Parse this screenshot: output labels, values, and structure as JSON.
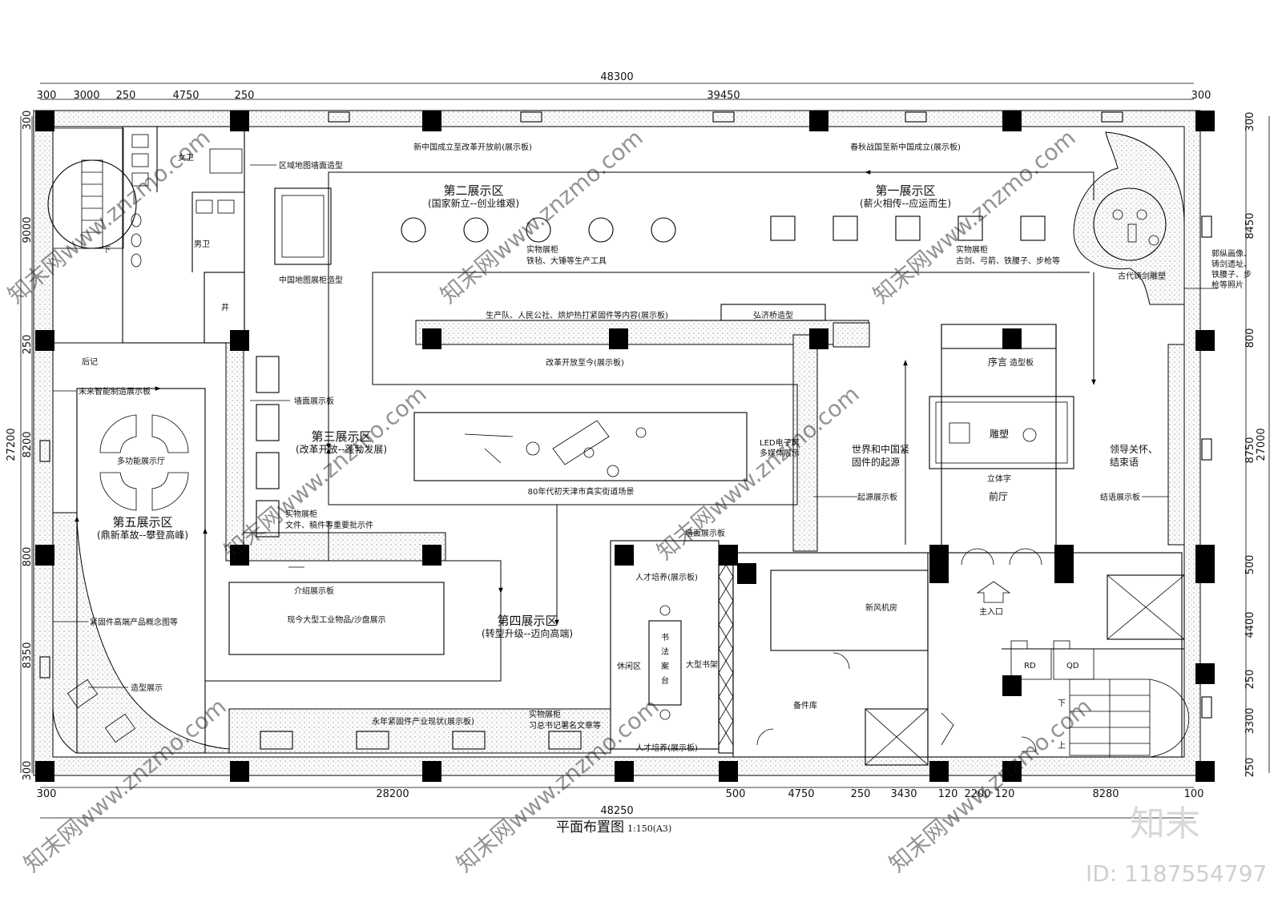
{
  "dims": {
    "top_total": "48300",
    "top_parts": [
      "300",
      "3000",
      "250",
      "4750",
      "250",
      "39450",
      "300"
    ],
    "bottom_total": "48250",
    "bottom_parts": [
      "300",
      "28200",
      "500",
      "4750",
      "250",
      "3430",
      "120",
      "2200",
      "120",
      "8280",
      "100"
    ],
    "left_total": "27200",
    "left_parts": [
      "300",
      "9000",
      "250",
      "8200",
      "800",
      "8350",
      "300"
    ],
    "right_total": "27000",
    "right_parts": [
      "300",
      "8450",
      "800",
      "8750",
      "500",
      "4400",
      "250",
      "3300",
      "250"
    ]
  },
  "title": {
    "main": "平面布置图",
    "scale": "1:150(A3)"
  },
  "zones": [
    {
      "title": "第一展示区",
      "subtitle": "(薪火相传--应运而生)"
    },
    {
      "title": "第二展示区",
      "subtitle": "(国家新立--创业维艰)"
    },
    {
      "title": "第三展示区",
      "subtitle": "(改革开放--蓬勃发展)"
    },
    {
      "title": "第四展示区",
      "subtitle": "(转型升级--迈向高端)"
    },
    {
      "title": "第五展示区",
      "subtitle": "(鼎新革故--攀登高峰)"
    }
  ],
  "labels": {
    "board_top_left": "新中国成立至改革开放前(展示板)",
    "board_top_right": "春秋战国至新中国成立(展示板)",
    "wall_map": "区域地图墙面造型",
    "map_cabinet": "中国地图展柜造型",
    "cabinet2_a": "实物展柜",
    "cabinet2_b": "铁毡、大锤等生产工具",
    "cabinet1_a": "实物展柜",
    "cabinet1_b": "古剑、弓箭、铁腰子、步枪等",
    "sculpture_ancient": "古代铸剑雕塑",
    "photo_note": [
      "郭纵画像、",
      "铸剑遗址、",
      "铁腰子、步",
      "枪等照片"
    ],
    "board_production": "生产队、人民公社、烘炉热打紧固件等内容(展示板)",
    "bridge": "弘济桥造型",
    "board_reform": "改革开放至今(展示板)",
    "preface": "序言",
    "preface_board": "造型板",
    "sculpture": "雕塑",
    "solid_text": "立体字",
    "lobby": "前厅",
    "world_origin": [
      "世界和中国紧",
      "固件的起源"
    ],
    "origin_board": "起源展示板",
    "leader": [
      "领导关怀、",
      "结束语"
    ],
    "end_board": "结语展示板",
    "led": [
      "LED电子屏",
      "多媒体展示"
    ],
    "street_scene": "80年代初天津市真实街道场景",
    "wall_board_3": "墙面展示板",
    "cabinet3_a": "实物展柜",
    "cabinet3_b": "文件、稿件等重要批示件",
    "wall_board_4": "墙面展示板",
    "intro_board": "介绍展示板",
    "sandtable": "现今大型工业物品/沙盘展示",
    "board_present": "永年紧固件产业现状(展示板)",
    "cabinet4_a": "实物展柜",
    "cabinet4_b": "习总书记署名文章等",
    "talent_top": "人才培养(展示板)",
    "talent_bottom": "人才培养(展示板)",
    "calligraphy": [
      "书",
      "法",
      "案",
      "台"
    ],
    "rest": "休闲区",
    "bookshelf": "大型书架",
    "fresh_air": "新风机房",
    "storage": "备件库",
    "main_entrance": "主入口",
    "rd": "RD",
    "qd": "QD",
    "down1": "下",
    "down2": "下",
    "up": "上",
    "women": "女卫",
    "men": "男卫",
    "well": "井",
    "epilogue": "后记",
    "future_board": "未来智能制造展示板",
    "multi_hall": "多功能展示厅",
    "product_concept": "紧固件高端产品概念图等",
    "shape_display": "造型展示"
  },
  "watermark": {
    "brand": "知末",
    "id": "ID: 1187554797",
    "site": "知末网www.znzmo.com"
  }
}
